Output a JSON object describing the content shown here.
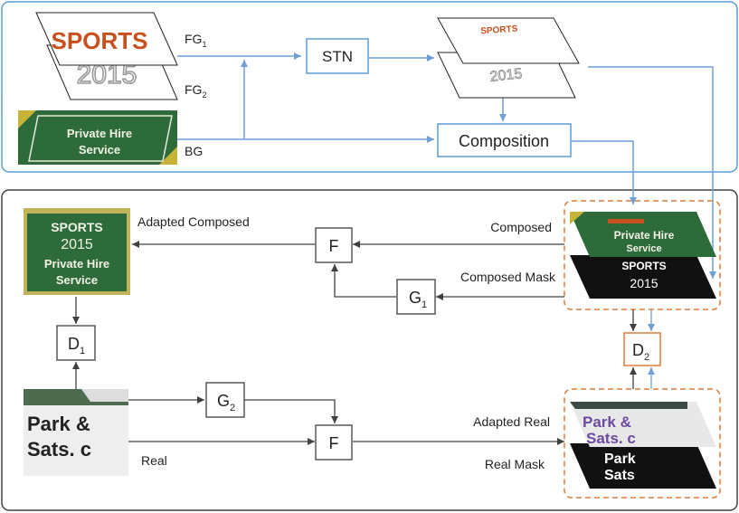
{
  "top_section": {
    "fg1": {
      "base": "FG",
      "sub": "1"
    },
    "fg2": {
      "base": "FG",
      "sub": "2"
    },
    "bg": "BG",
    "stn": "STN",
    "composition": "Composition",
    "thumb_fg1_text": "SPORTS",
    "thumb_fg2_text": "2015",
    "thumb_bg_text": [
      "Private Hire",
      "Service"
    ],
    "stn_out_fg1_text": "SPORTS",
    "stn_out_fg2_text": "2015"
  },
  "bottom_section": {
    "adapted_composed": "Adapted Composed",
    "composed": "Composed",
    "composed_mask": "Composed Mask",
    "adapted_real": "Adapted Real",
    "real_mask": "Real Mask",
    "real": "Real",
    "f_top": "F",
    "f_bottom": "F",
    "g1": {
      "base": "G",
      "sub": "1"
    },
    "g2": {
      "base": "G",
      "sub": "2"
    },
    "d1": {
      "base": "D",
      "sub": "1"
    },
    "d2": {
      "base": "D",
      "sub": "2"
    },
    "adapted_composed_thumb_text": [
      "SPORTS",
      "2015",
      "Private Hire",
      "Service"
    ],
    "composed_thumb_text": [
      "Private Hire",
      "Service"
    ],
    "composed_mask_thumb_text": [
      "SPORTS",
      "2015"
    ],
    "real_thumb_text": [
      "Park &",
      "Sats. c"
    ],
    "adapted_real_thumb_text": [
      "Park &",
      "Sats. c"
    ],
    "real_mask_thumb_text": [
      "Park",
      "Sats"
    ]
  },
  "colors": {
    "top_border": "#5b9bd5",
    "bottom_border": "#404040",
    "flow_blue": "#6f9fd6",
    "flow_dark": "#404040",
    "dashed_orange": "#e07b39",
    "sports_orange": "#c8501c",
    "sign_green": "#2e6b3a",
    "sign_yellow": "#c8b33a"
  }
}
